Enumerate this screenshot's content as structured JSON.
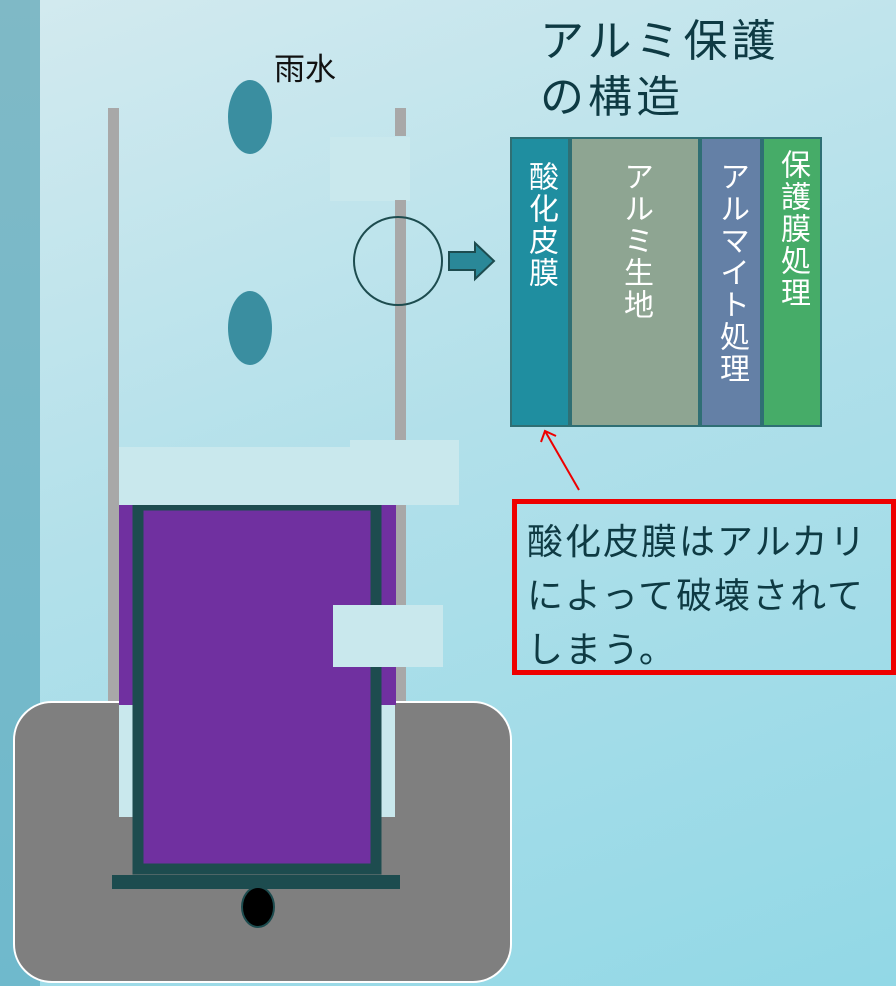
{
  "rain_label": "雨水",
  "title": "アルミ保護\nの構造",
  "layers": [
    {
      "label": "酸化皮膜",
      "color": "#1f8ea0",
      "text_color": "#ffffff"
    },
    {
      "label": "アルミ生地",
      "color": "#8ea592",
      "text_color": "#ffffff"
    },
    {
      "label": "アルマイト処理",
      "color": "#6480a6",
      "text_color": "#ffffff"
    },
    {
      "label": "保護膜処理",
      "color": "#46ac68",
      "text_color": "#ffffff"
    }
  ],
  "callout": "酸化皮膜はアルカリによって破壊されてしまう。",
  "colors": {
    "drop": "#3a8ea0",
    "pole": "#a8a8a8",
    "panel": "#c9e8ed",
    "purple": "#7030a0",
    "dark_frame": "#1d4c4f",
    "base": "#7f7f7f",
    "arrow": "#2a8898",
    "callout_border": "#ee0000"
  }
}
